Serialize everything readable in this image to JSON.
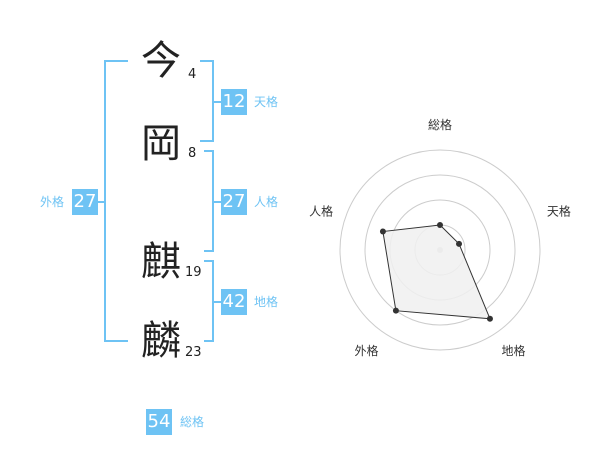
{
  "name": {
    "chars": [
      {
        "char": "今",
        "strokes": "4"
      },
      {
        "char": "岡",
        "strokes": "8"
      },
      {
        "char": "麒",
        "strokes": "19"
      },
      {
        "char": "麟",
        "strokes": "23"
      }
    ]
  },
  "scores": {
    "tenkaku": {
      "label": "天格",
      "value": "12"
    },
    "jinkaku": {
      "label": "人格",
      "value": "27"
    },
    "chikaku": {
      "label": "地格",
      "value": "42"
    },
    "gaikaku": {
      "label": "外格",
      "value": "27"
    },
    "soukaku": {
      "label": "総格",
      "value": "54"
    }
  },
  "colors": {
    "accent": "#6ec3f4",
    "text": "#222222",
    "grid": "#cccccc",
    "fill": "#f0f0f0",
    "line": "#333333"
  },
  "chart_data": {
    "type": "radar",
    "axes": [
      "総格",
      "天格",
      "地格",
      "外格",
      "人格"
    ],
    "values": [
      0.25,
      0.2,
      0.85,
      0.75,
      0.6
    ],
    "max": 1,
    "rings": 4
  }
}
